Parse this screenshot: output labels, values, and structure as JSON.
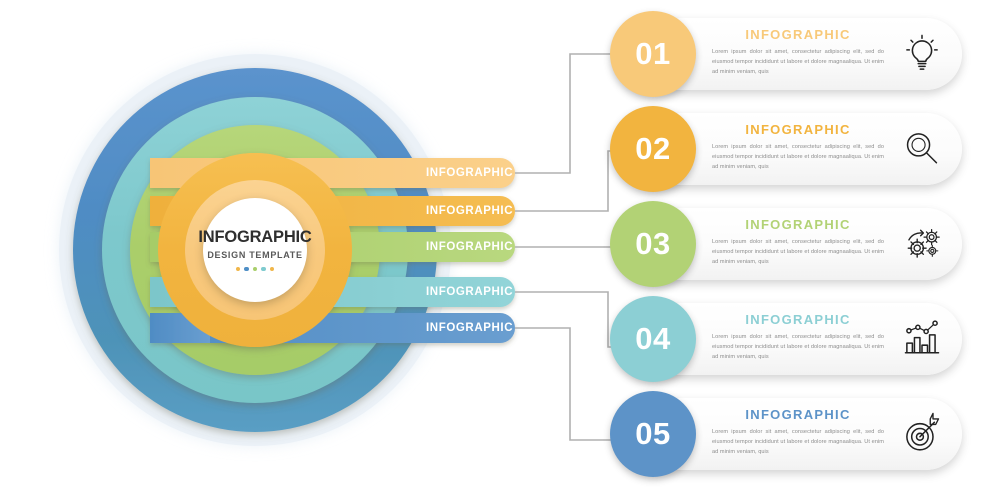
{
  "center": {
    "title": "INFOGRAPHIC",
    "subtitle": "DESIGN TEMPLATE",
    "dot_colors": [
      "#f0b64a",
      "#4f8fc6",
      "#a9cf6b",
      "#7fcbcf",
      "#f0b64a"
    ]
  },
  "ribbons": [
    {
      "label": "INFOGRAPHIC",
      "color": "#f8c979"
    },
    {
      "label": "INFOGRAPHIC",
      "color": "#f2b43f"
    },
    {
      "label": "INFOGRAPHIC",
      "color": "#b2d275"
    },
    {
      "label": "INFOGRAPHIC",
      "color": "#8ccfd4"
    },
    {
      "label": "INFOGRAPHIC",
      "color": "#5d93c8"
    }
  ],
  "body_text": "Lorem ipsum dolor sit amet, consectetur adipiscing elit, sed do eiusmod tempor incididunt ut labore et dolore magnaaliqua. Ut enim ad minim veniam, quis",
  "cards": [
    {
      "number": "01",
      "heading": "INFOGRAPHIC",
      "text": "Lorem ipsum dolor sit amet, consectetur adipiscing elit, sed do eiusmod tempor incididunt ut labore et dolore magnaaliqua. Ut enim ad minim veniam, quis",
      "color": "#f8c979",
      "icon": "lightbulb-icon"
    },
    {
      "number": "02",
      "heading": "INFOGRAPHIC",
      "text": "Lorem ipsum dolor sit amet, consectetur adipiscing elit, sed do eiusmod tempor incididunt ut labore et dolore magnaaliqua. Ut enim ad minim veniam, quis",
      "color": "#f2b43f",
      "icon": "magnifier-icon"
    },
    {
      "number": "03",
      "heading": "INFOGRAPHIC",
      "text": "Lorem ipsum dolor sit amet, consectetur adipiscing elit, sed do eiusmod tempor incididunt ut labore et dolore magnaaliqua. Ut enim ad minim veniam, quis",
      "color": "#b2d275",
      "icon": "gears-icon"
    },
    {
      "number": "04",
      "heading": "INFOGRAPHIC",
      "text": "Lorem ipsum dolor sit amet, consectetur adipiscing elit, sed do eiusmod tempor incididunt ut labore et dolore magnaaliqua. Ut enim ad minim veniam, quis",
      "color": "#8ccfd4",
      "icon": "bar-chart-icon"
    },
    {
      "number": "05",
      "heading": "INFOGRAPHIC",
      "text": "Lorem ipsum dolor sit amet, consectetur adipiscing elit, sed do eiusmod tempor incididunt ut labore et dolore magnaaliqua. Ut enim ad minim veniam, quis",
      "color": "#5d93c8",
      "icon": "target-icon"
    }
  ],
  "connector_color": "#b0b0b0",
  "background_color": "#ffffff"
}
